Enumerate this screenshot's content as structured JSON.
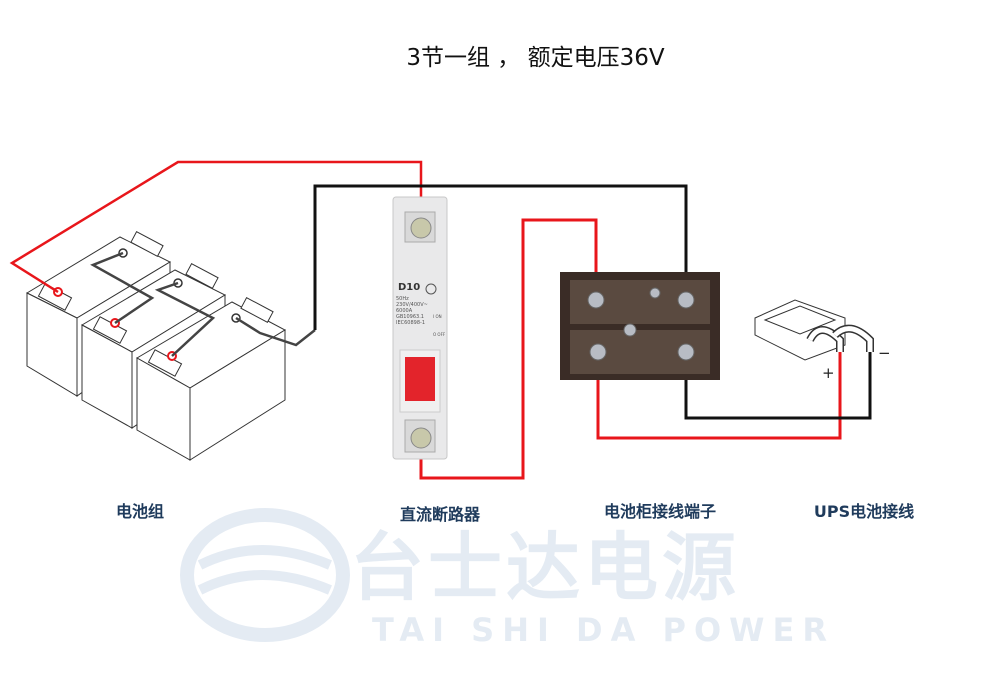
{
  "title": "3节一组 ， 额定电压36V",
  "labels": {
    "battery_group": "电池组",
    "dc_breaker": "直流断路器",
    "terminal_block": "电池柜接线端子",
    "ups_cable": "UPS电池接线"
  },
  "breaker": {
    "model": "D10",
    "spec_lines": [
      "50Hz",
      "230V/400V~",
      "6000A",
      "GB10963.1",
      "IEC60898-1"
    ],
    "on": "I ON",
    "off": "O OFF"
  },
  "plug": {
    "positive": "+",
    "negative": "−"
  },
  "watermark": {
    "cn": "台士达电源",
    "en": "TAI SHI DA POWER"
  },
  "colors": {
    "red_wire": "#e8161b",
    "black_wire": "#111111",
    "label": "#1f3b5c"
  }
}
